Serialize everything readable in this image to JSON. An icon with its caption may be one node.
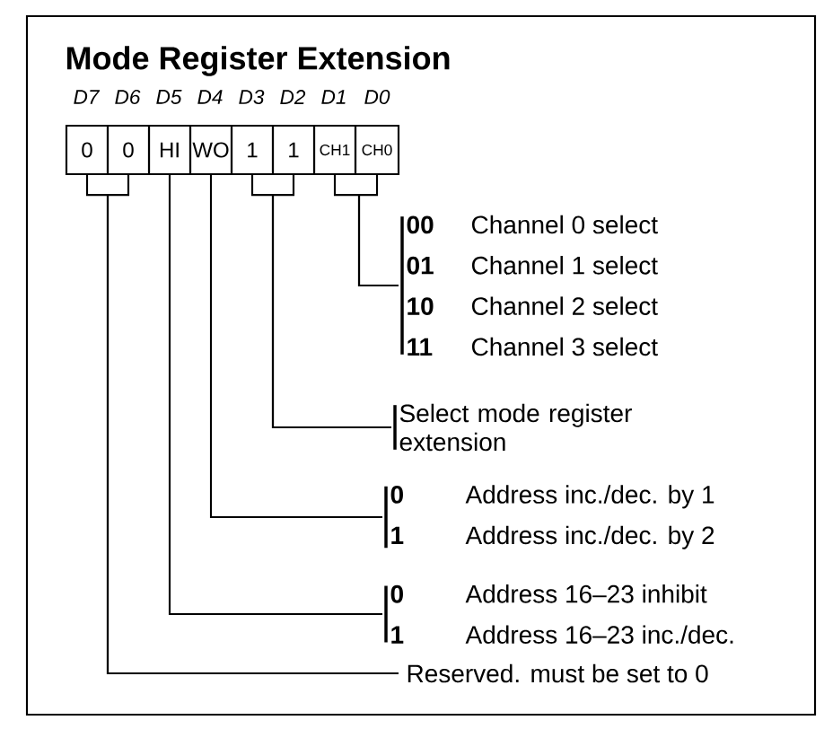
{
  "diagram": {
    "title": "Mode Register Extension",
    "nodes": [
      {
        "text": [
          "0"
        ]
      },
      {
        "text": [
          "0"
        ]
      },
      {
        "text": [
          "HI"
        ]
      },
      {
        "text": [
          "WO"
        ]
      },
      {
        "text": [
          "1"
        ]
      },
      {
        "text": [
          "1"
        ]
      },
      {
        "text": [
          "CH1"
        ]
      },
      {
        "text": [
          "CH0"
        ]
      },
      {
        "text": [
          "00",
          "Channel 0 select",
          "01",
          "Channel 1 select",
          "10",
          "Channel 2 select",
          "11",
          "Channel 3 select"
        ]
      },
      {
        "text": [
          "Select mode register extension"
        ]
      },
      {
        "text": [
          "0",
          "Address inc./dec. by 1",
          "1",
          "Address inc./dec. by 2"
        ]
      },
      {
        "text": [
          "0",
          "Address 16–23 inhibit",
          "1",
          "Address 16–23 inc./dec."
        ]
      },
      {
        "text": [
          "Reserved. must be set to 0"
        ]
      }
    ],
    "edges": [
      {
        "from": 6,
        "to": 8,
        "arrow": "none"
      },
      {
        "from": 7,
        "to": 8,
        "arrow": "none"
      },
      {
        "from": 4,
        "to": 9,
        "arrow": "none"
      },
      {
        "from": 5,
        "to": 9,
        "arrow": "none"
      },
      {
        "from": 3,
        "to": 10,
        "arrow": "none"
      },
      {
        "from": 2,
        "to": 11,
        "arrow": "none"
      },
      {
        "from": 0,
        "to": 12,
        "arrow": "none"
      },
      {
        "from": 1,
        "to": 12,
        "arrow": "none"
      }
    ],
    "labels": [
      "D7",
      "D6",
      "D5",
      "D4",
      "D3",
      "D2",
      "D1",
      "D0"
    ]
  }
}
